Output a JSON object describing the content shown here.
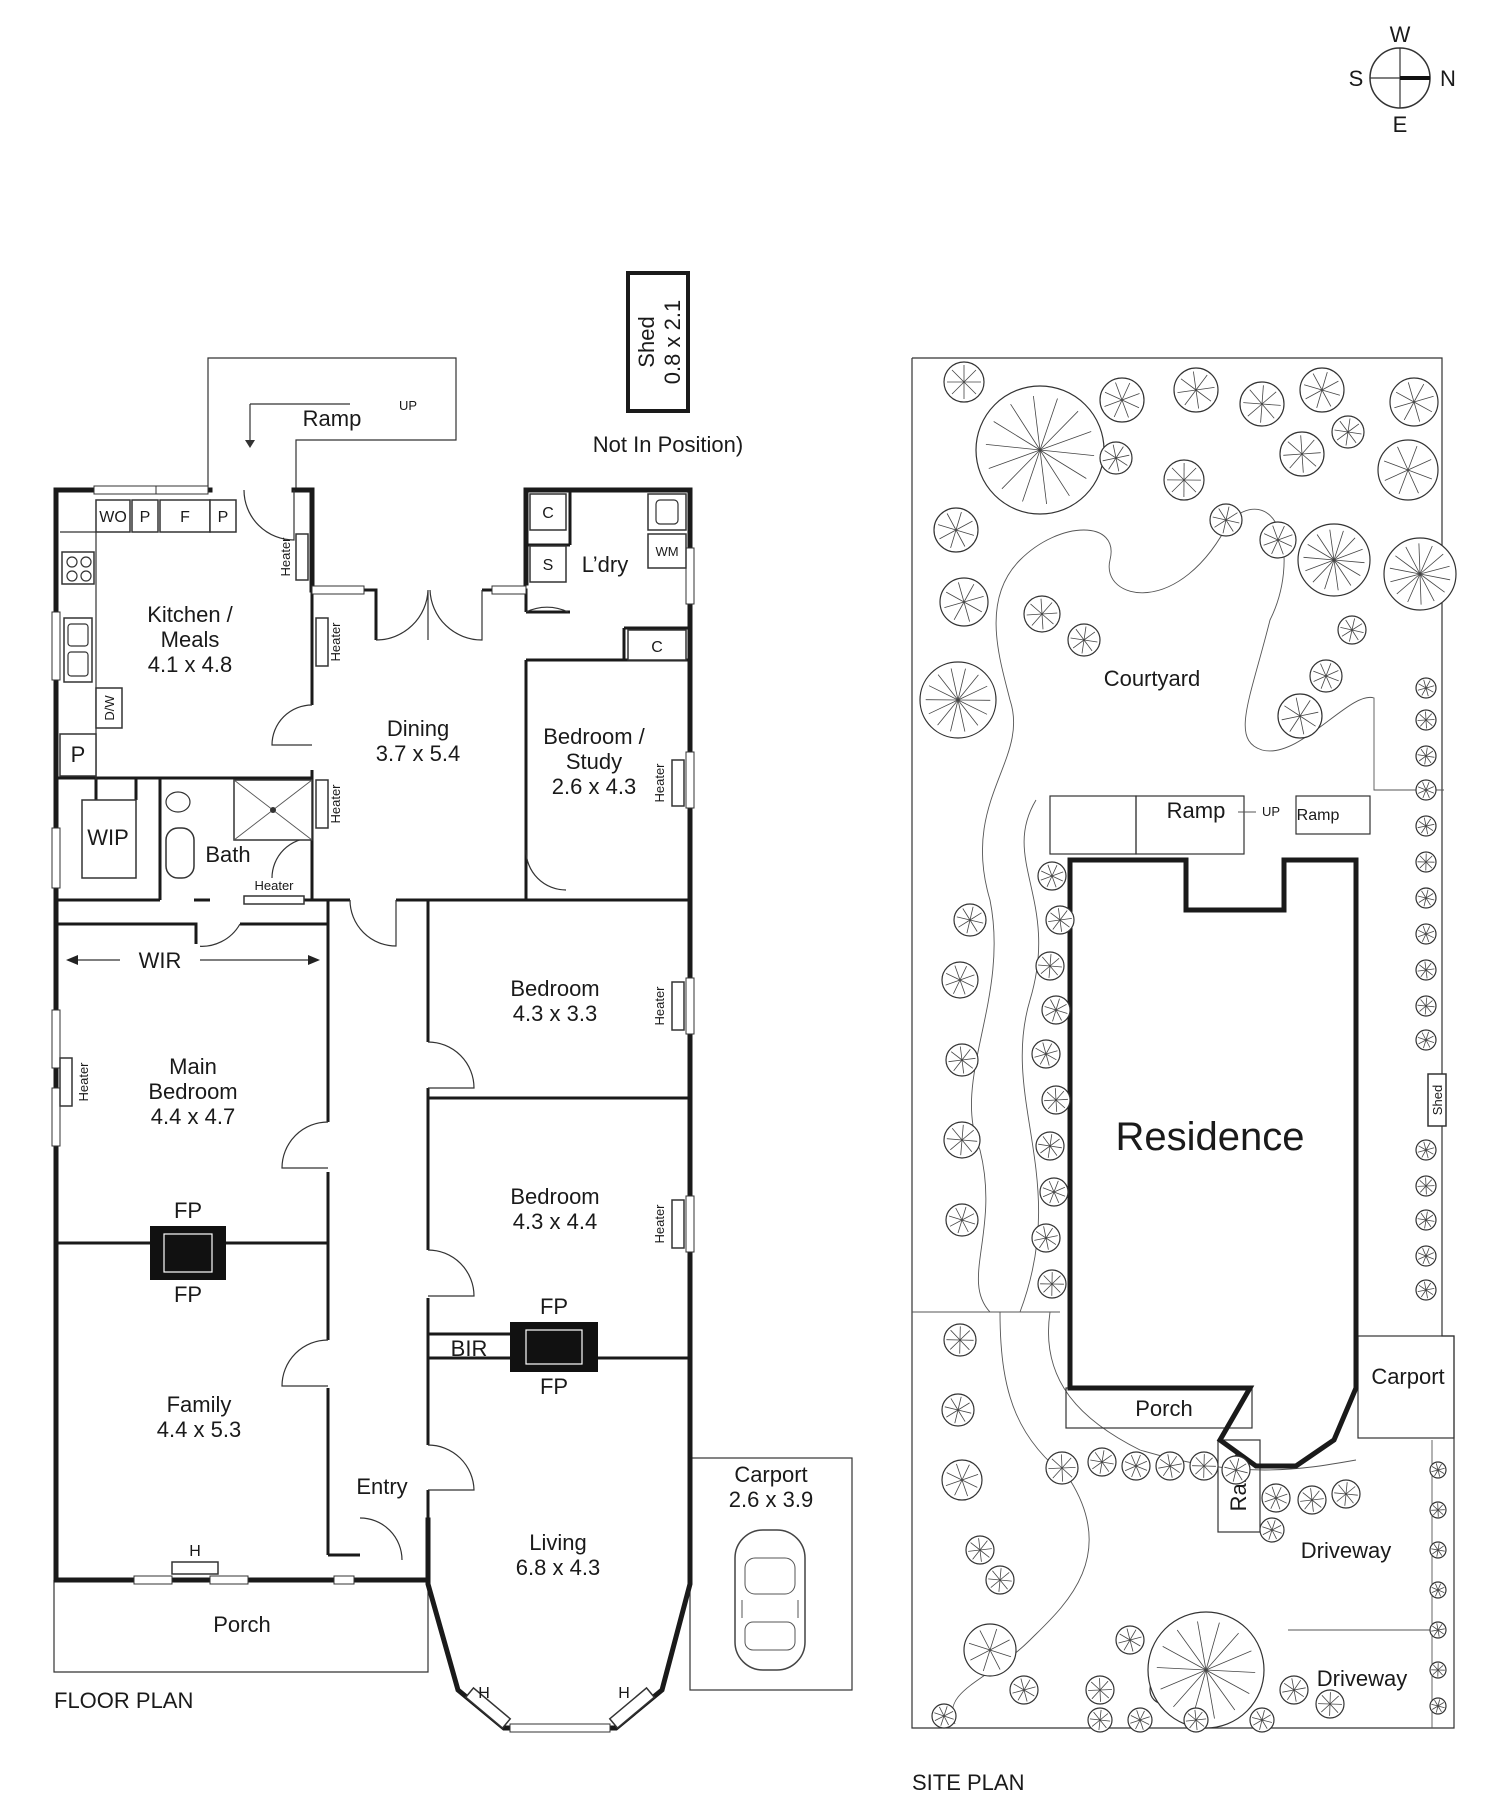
{
  "compass": {
    "north": "N",
    "south": "S",
    "east": "E",
    "west": "W"
  },
  "floor_plan": {
    "caption": "FLOOR PLAN",
    "rooms": {
      "kitchen_name": "Kitchen /",
      "kitchen_name2": "Meals",
      "kitchen_dim": "4.1 x 4.8",
      "dining_name": "Dining",
      "dining_dim": "3.7 x 5.4",
      "bedroom_study_name": "Bedroom /",
      "bedroom_study_name2": "Study",
      "bedroom_study_dim": "2.6 x 4.3",
      "laundry": "L’dry",
      "wip": "WIP",
      "bath": "Bath",
      "wir": "WIR",
      "main_bedroom_name": "Main",
      "main_bedroom_name2": "Bedroom",
      "main_bedroom_dim": "4.4 x 4.7",
      "bedroom2_name": "Bedroom",
      "bedroom2_dim": "4.3 x 3.3",
      "bedroom3_name": "Bedroom",
      "bedroom3_dim": "4.3 x 4.4",
      "bir": "BIR",
      "family_name": "Family",
      "family_dim": "4.4 x 5.3",
      "entry": "Entry",
      "living_name": "Living",
      "living_dim": "6.8 x 4.3",
      "porch": "Porch",
      "carport_name": "Carport",
      "carport_dim": "2.6 x 3.9",
      "ramp": "Ramp",
      "up": "UP",
      "shed_name": "Shed",
      "shed_dim": "0.8 x 2.1",
      "shed_note": "Not In Position)"
    },
    "fixtures": {
      "wo": "WO",
      "pantry": "P",
      "fridge": "F",
      "dishwasher": "D/W",
      "cupboard": "C",
      "sink": "S",
      "washing_machine": "WM",
      "heater": "Heater",
      "fireplace": "FP",
      "heater_short": "H"
    }
  },
  "site_plan": {
    "caption": "SITE PLAN",
    "residence": "Residence",
    "courtyard": "Courtyard",
    "ramp": "Ramp",
    "up": "UP",
    "carport": "Carport",
    "porch": "Porch",
    "driveway": "Driveway",
    "shed": "Shed"
  }
}
